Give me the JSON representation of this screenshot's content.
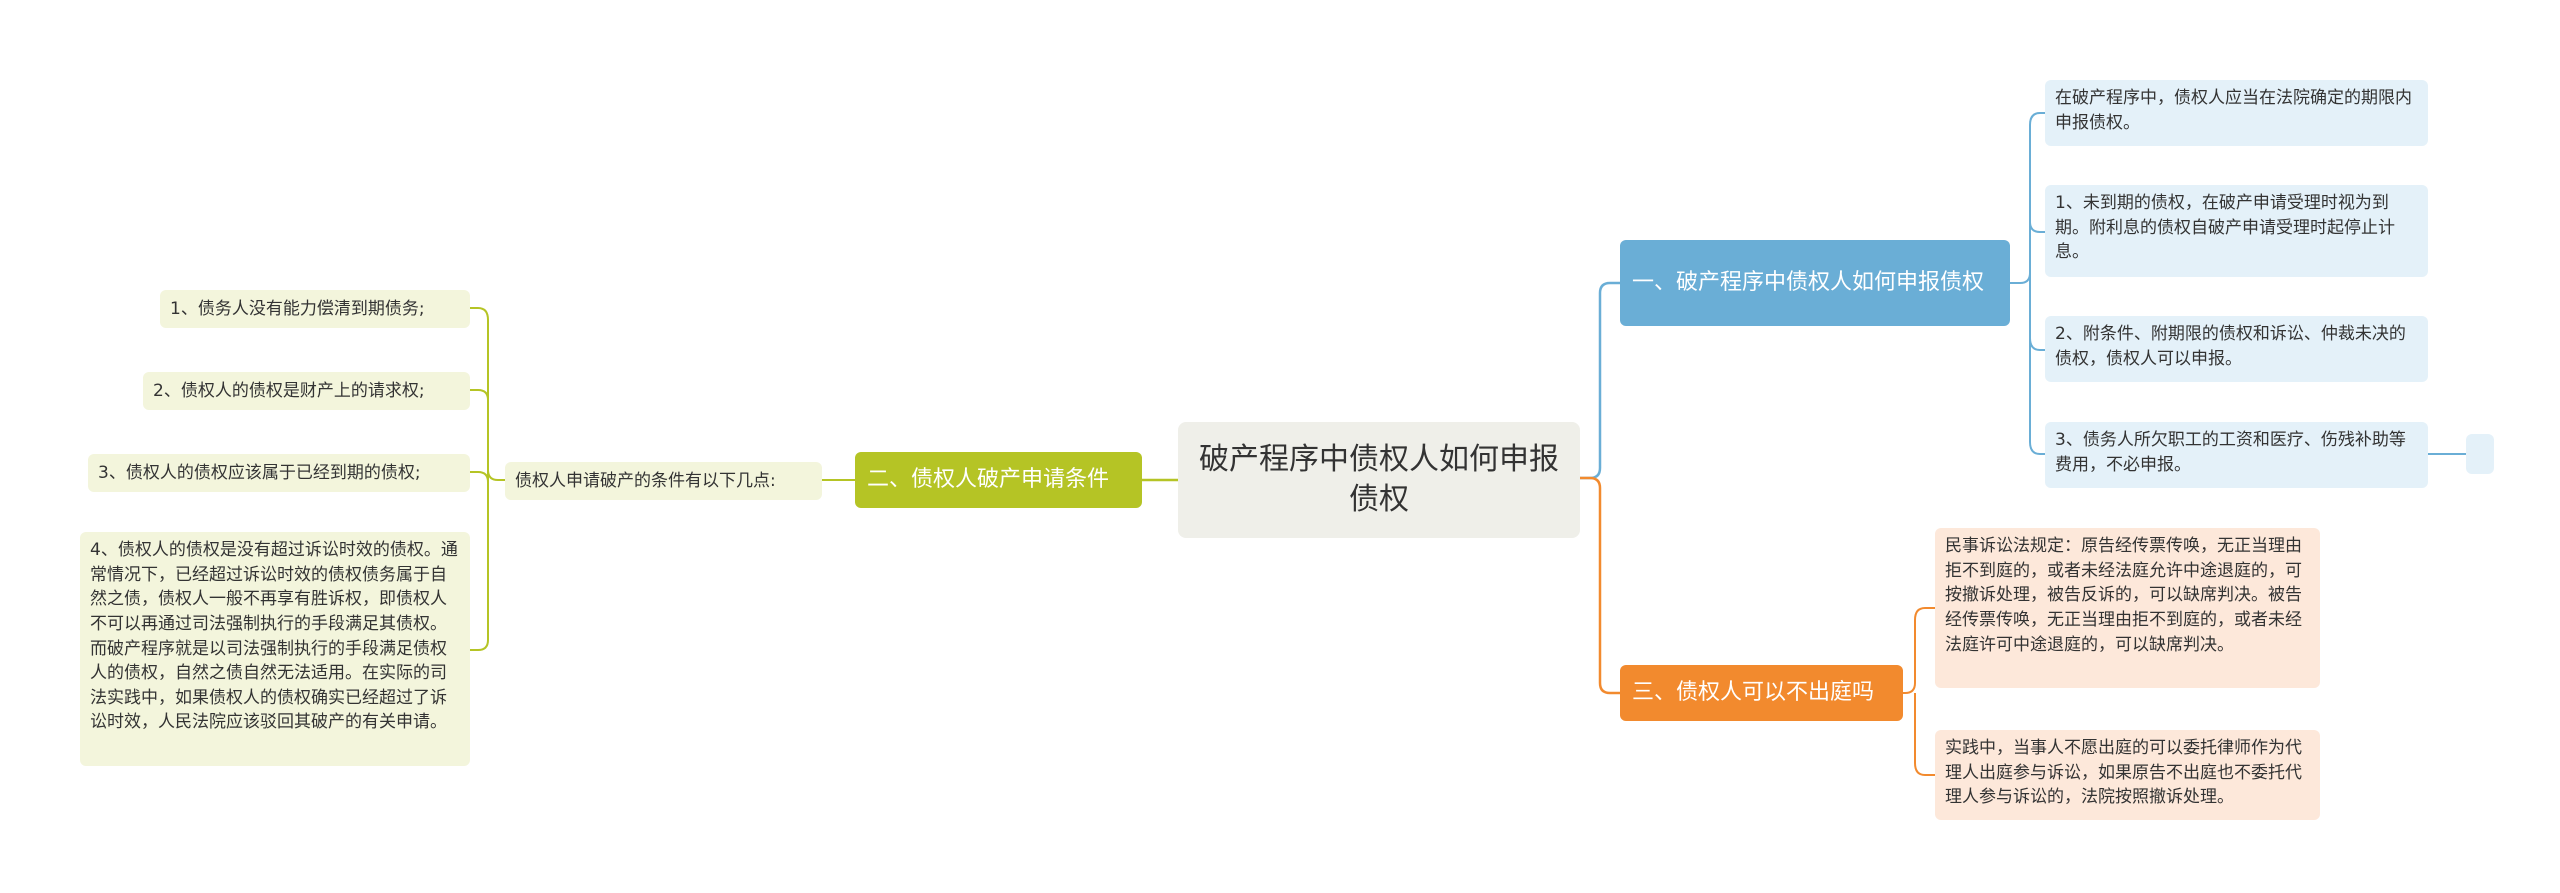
{
  "center": {
    "title": "破产程序中债权人如何申报债权"
  },
  "branches": {
    "b1": {
      "label": "一、破产程序中债权人如何申报债权",
      "children": [
        "在破产程序中，债权人应当在法院确定的期限内申报债权。",
        "1、未到期的债权，在破产申请受理时视为到期。附利息的债权自破产申请受理时起停止计息。",
        "2、附条件、附期限的债权和诉讼、仲裁未决的债权，债权人可以申报。",
        "3、债务人所欠职工的工资和医疗、伤残补助等费用，不必申报。"
      ]
    },
    "b2": {
      "label": "二、债权人破产申请条件",
      "intro": "债权人申请破产的条件有以下几点:",
      "children": [
        "1、债务人没有能力偿清到期债务;",
        "2、债权人的债权是财产上的请求权;",
        "3、债权人的债权应该属于已经到期的债权;",
        "4、债权人的债权是没有超过诉讼时效的债权。通常情况下，已经超过诉讼时效的债权债务属于自然之债，债权人一般不再享有胜诉权，即债权人不可以再通过司法强制执行的手段满足其债权。而破产程序就是以司法强制执行的手段满足债权人的债权，自然之债自然无法适用。在实际的司法实践中，如果债权人的债权确实已经超过了诉讼时效，人民法院应该驳回其破产的有关申请。"
      ]
    },
    "b3": {
      "label": "三、债权人可以不出庭吗",
      "children": [
        "民事诉讼法规定：原告经传票传唤，无正当理由拒不到庭的，或者未经法庭允许中途退庭的，可按撤诉处理，被告反诉的，可以缺席判决。被告经传票传唤，无正当理由拒不到庭的，或者未经法庭许可中途退庭的，可以缺席判决。",
        "实践中，当事人不愿出庭的可以委托律师作为代理人出庭参与诉讼，如果原告不出庭也不委托代理人参与诉讼的，法院按照撤诉处理。"
      ]
    }
  },
  "colors": {
    "center_bg": "#efefe9",
    "b1_bg": "#6aaed6",
    "b1_text": "#ffffff",
    "b1_line": "#6aaed6",
    "b1_leaf_bg": "#e4f1f9",
    "b2_bg": "#b5c425",
    "b2_text": "#ffffff",
    "b2_line": "#b5c425",
    "b2_leaf_bg": "#f3f5dc",
    "b3_bg": "#f28a2e",
    "b3_text": "#ffffff",
    "b3_line": "#f28a2e",
    "b3_leaf_bg": "#fde8da",
    "text": "#333333"
  }
}
